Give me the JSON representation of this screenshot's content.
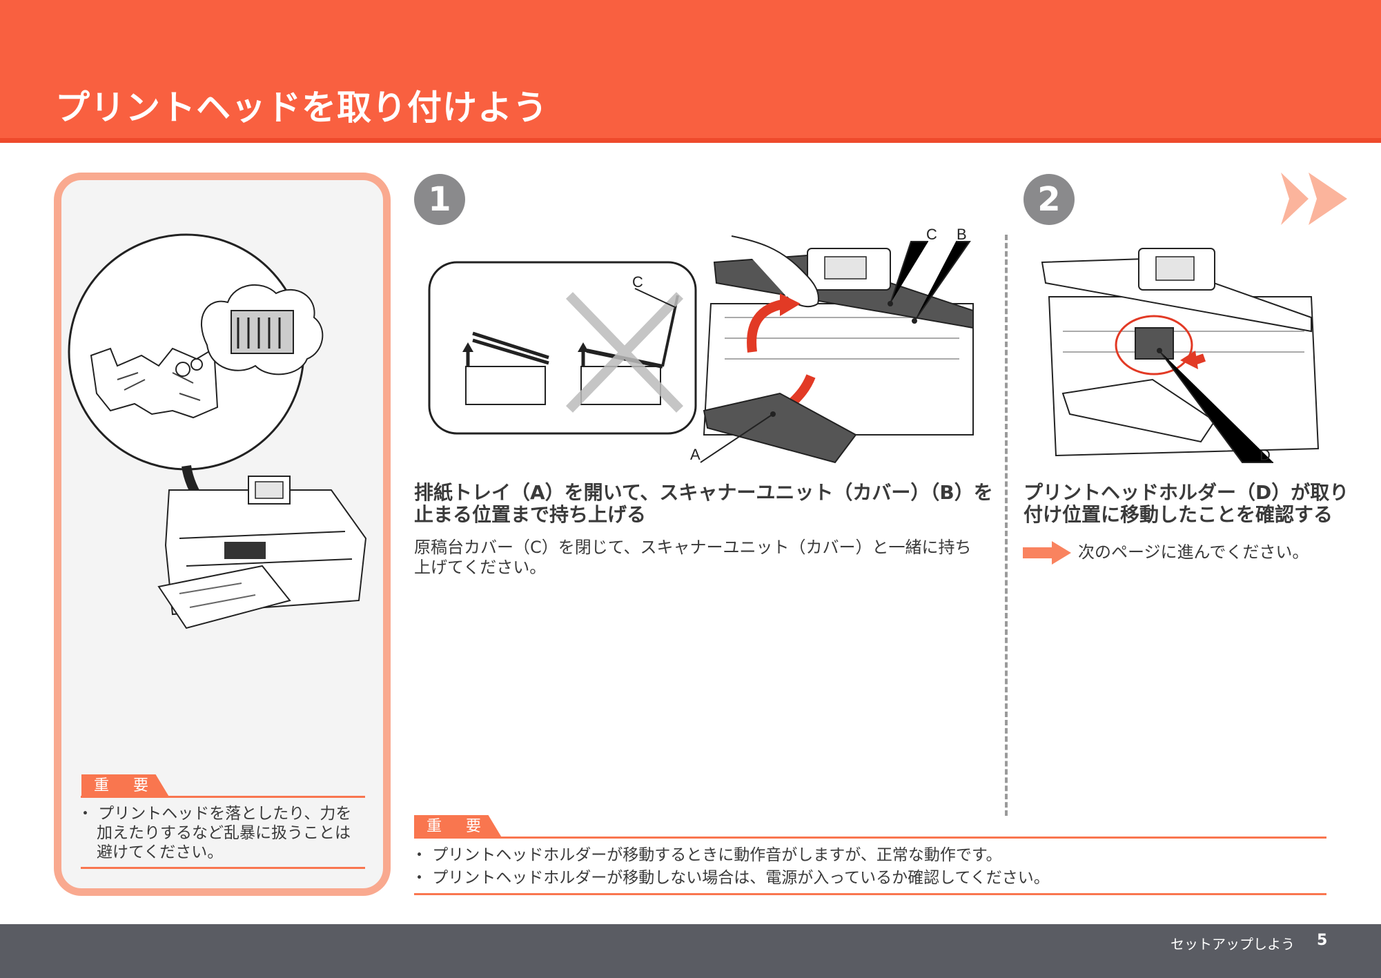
{
  "header": {
    "title": "プリントヘッドを取り付けよう"
  },
  "side_panel": {
    "badge": "重 要",
    "notes": [
      "・ プリントヘッドを落としたり、力を",
      "加えたりするなど乱暴に扱うことは",
      "避けてください。"
    ]
  },
  "step1": {
    "number": "1",
    "title_lines": [
      "排紙トレイ（A）を開いて、スキャナーユニット（カバー）（B）を",
      "止まる位置まで持ち上げる"
    ],
    "desc_lines": [
      "原稿台カバー（C）を閉じて、スキャナーユニット（カバー）と一緒に持ち",
      "上げてください。"
    ],
    "labels": {
      "a": "A",
      "b": "B",
      "c": "C",
      "c_inset": "C"
    }
  },
  "step2": {
    "number": "2",
    "title_lines": [
      "プリントヘッドホルダー（D）が取り",
      "付け位置に移動したことを確認する"
    ],
    "next_text": "次のページに進んでください。",
    "labels": {
      "d": "D"
    }
  },
  "bottom_notes": {
    "badge": "重 要",
    "items": [
      "・ プリントヘッドホルダーが移動するときに動作音がしますが、正常な動作です。",
      "・ プリントヘッドホルダーが移動しない場合は、電源が入っているか確認してください。"
    ]
  },
  "footer": {
    "label": "セットアップしよう",
    "page": "5"
  },
  "colors": {
    "header": "#f96040",
    "accent": "#f9764f",
    "panel_border": "#f9a98f",
    "footer": "#5a5c63"
  }
}
